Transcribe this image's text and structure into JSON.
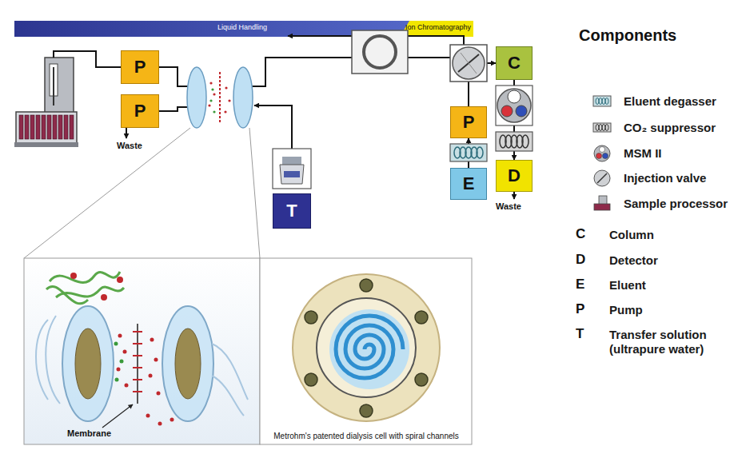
{
  "diagram": {
    "nodes": [
      {
        "text": [
          "P"
        ]
      },
      {
        "text": [
          "P"
        ]
      },
      {
        "text": [
          "C"
        ]
      },
      {
        "text": [
          "P"
        ]
      },
      {
        "text": [
          "E"
        ]
      },
      {
        "text": [
          "D"
        ]
      },
      {
        "text": [
          "T"
        ]
      }
    ],
    "edges": [
      {
        "from": 4,
        "to": 3,
        "arrow": "to"
      },
      {
        "from": 3,
        "to": 2,
        "arrow": "to"
      },
      {
        "from": 2,
        "to": 5,
        "arrow": "to"
      }
    ],
    "labels": [
      "Liquid Handling",
      "Ion Chromatography",
      "Components",
      "Waste",
      "Waste",
      "Membrane",
      "Metrohm's patented dialysis cell with spiral channels",
      "C",
      "D",
      "E",
      "P",
      "T"
    ],
    "legend": [
      {
        "text": "Eluent degasser"
      },
      {
        "text": "CO₂ suppressor"
      },
      {
        "text": "MSM II"
      },
      {
        "text": "Injection valve"
      },
      {
        "text": "Sample processor"
      },
      {
        "text": "Column"
      },
      {
        "text": "Detector"
      },
      {
        "text": "Eluent"
      },
      {
        "text": "Pump"
      },
      {
        "text": "Transfer solution (ultrapure water)"
      }
    ]
  }
}
